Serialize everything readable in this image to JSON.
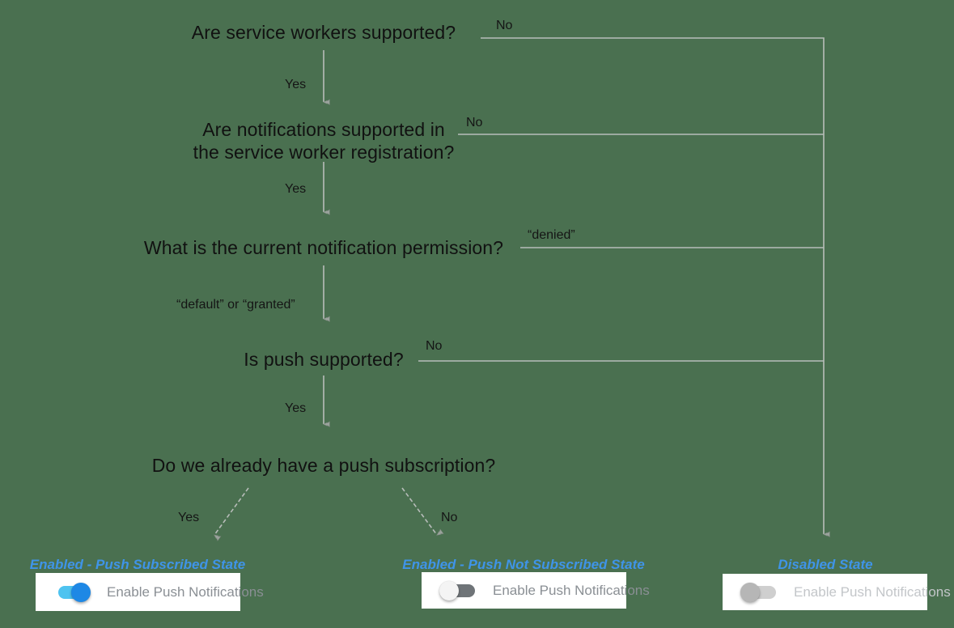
{
  "diagram": {
    "title": "Push notification enablement decision flow",
    "background_color": "#4a7050",
    "edge_color": "#b8bdba",
    "accent_color": "#3f94e8"
  },
  "nodes": [
    {
      "id": "q1",
      "label": "Are service workers supported?"
    },
    {
      "id": "q2",
      "label": "Are notifications supported in\nthe service worker registration?"
    },
    {
      "id": "q3",
      "label": "What is the current notification permission?"
    },
    {
      "id": "q4",
      "label": "Is push supported?"
    },
    {
      "id": "q5",
      "label": "Do we already have a push subscription?"
    }
  ],
  "edge_labels": [
    {
      "id": "e1-no",
      "label": "No"
    },
    {
      "id": "e1-yes",
      "label": "Yes"
    },
    {
      "id": "e2-no",
      "label": "No"
    },
    {
      "id": "e2-yes",
      "label": "Yes"
    },
    {
      "id": "e3-denied",
      "label": "“denied”"
    },
    {
      "id": "e3-default-granted",
      "label": "“default” or “granted”"
    },
    {
      "id": "e4-no",
      "label": "No"
    },
    {
      "id": "e4-yes",
      "label": "Yes"
    },
    {
      "id": "e5-yes",
      "label": "Yes"
    },
    {
      "id": "e5-no",
      "label": "No"
    }
  ],
  "outcomes": [
    {
      "id": "subscribed",
      "state_label": "Enabled - Push Subscribed State",
      "toggle": {
        "state": "on",
        "label": "Enable Push Notifications",
        "dim": false
      }
    },
    {
      "id": "not-subscribed",
      "state_label": "Enabled - Push Not Subscribed State",
      "toggle": {
        "state": "off",
        "label": "Enable Push Notifications",
        "dim": false
      }
    },
    {
      "id": "disabled",
      "state_label": "Disabled State",
      "toggle": {
        "state": "disabled",
        "label": "Enable Push Notifications",
        "dim": true
      }
    }
  ]
}
